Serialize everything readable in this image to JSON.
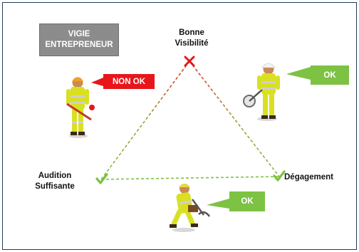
{
  "vigie": {
    "line1": "VIGIE",
    "line2": "ENTREPRENEUR"
  },
  "vertices": {
    "top": {
      "line1": "Bonne",
      "line2": "Visibilité",
      "status": "cross"
    },
    "left": {
      "line1": "Audition",
      "line2": "Suffisante",
      "status": "check"
    },
    "right": {
      "label": "Dégagement",
      "status": "check"
    }
  },
  "badges": {
    "vigie": {
      "text": "NON OK",
      "color": "#e8161b"
    },
    "top_right": {
      "text": "OK",
      "color": "#7dc243"
    },
    "bottom": {
      "text": "OK",
      "color": "#7dc243"
    }
  },
  "colors": {
    "frame": "#1f3b5a",
    "line_red": "#e0302a",
    "line_green": "#7dc243",
    "vest": "#d9e021",
    "check": "#7dc243",
    "cross": "#e8161b"
  }
}
